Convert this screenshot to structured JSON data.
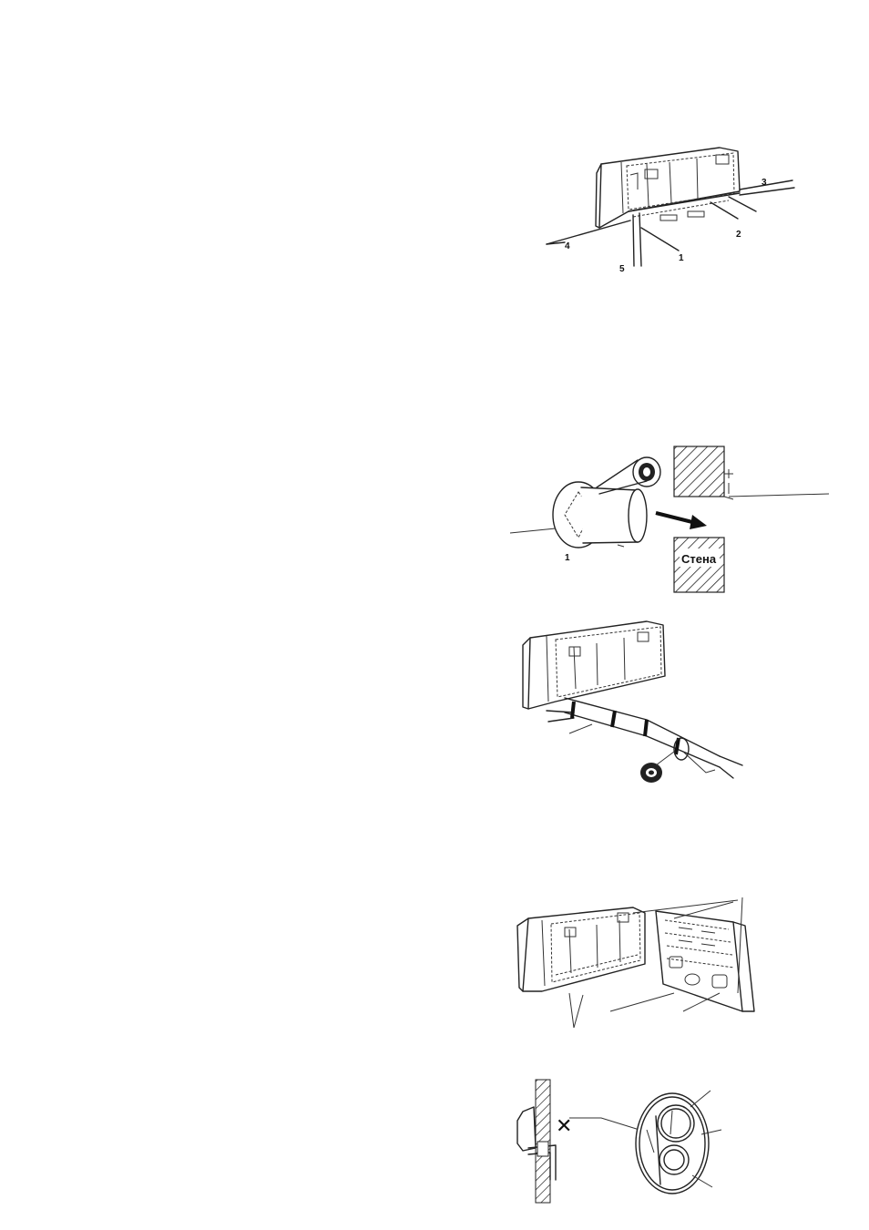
{
  "figure1": {
    "callouts": [
      "1",
      "2",
      "3",
      "4",
      "5"
    ]
  },
  "figure2": {
    "wall_label": "Стена",
    "callouts": [
      "1"
    ]
  },
  "figure5": {
    "mark": "✕"
  }
}
